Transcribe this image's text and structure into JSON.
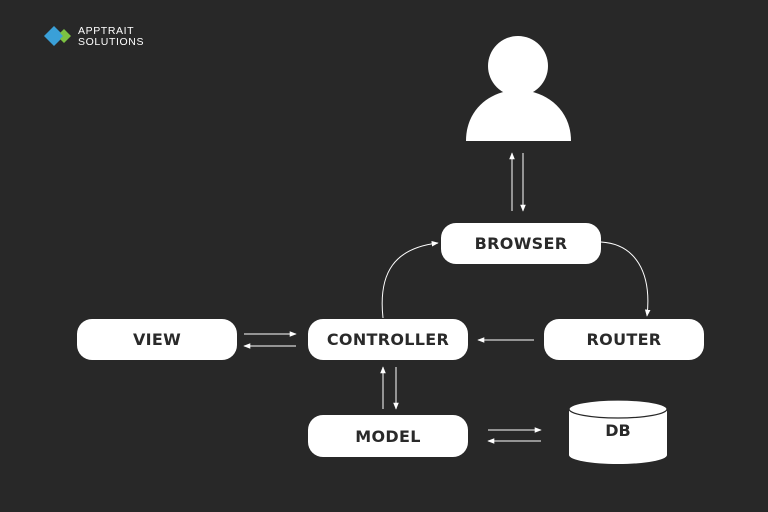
{
  "logo": {
    "line1": "APPTRAIT",
    "line2": "SOLUTIONS",
    "colors": {
      "blue": "#3aa0d8",
      "green": "#7cc242"
    }
  },
  "nodes": {
    "browser": "BROWSER",
    "view": "VIEW",
    "controller": "CONTROLLER",
    "router": "ROUTER",
    "model": "MODEL",
    "db": "DB"
  },
  "icons": {
    "user": "user-icon",
    "database": "database-icon"
  },
  "colors": {
    "background": "#282828",
    "node": "#ffffff",
    "text": "#2a2a2a",
    "arrow": "#ffffff"
  }
}
